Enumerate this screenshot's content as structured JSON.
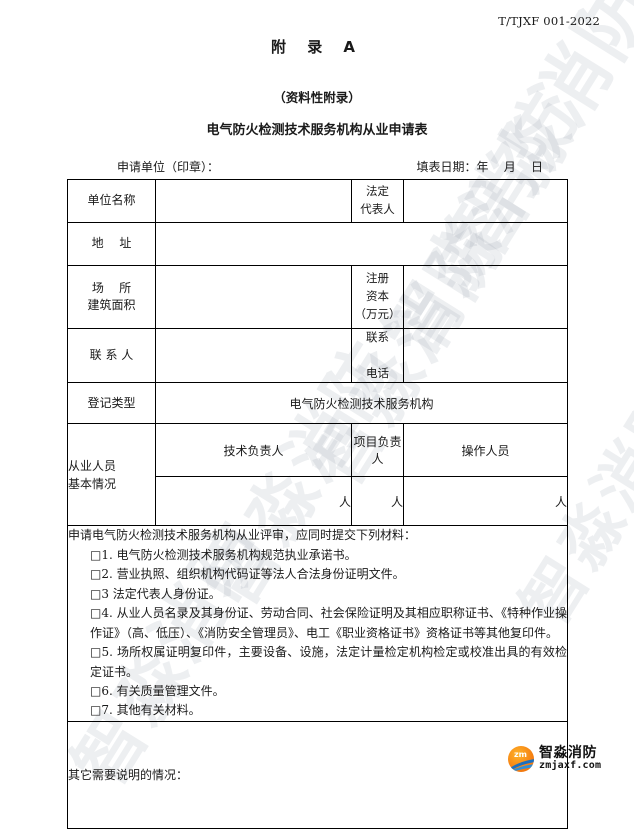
{
  "header": {
    "standard_code": "T/TJXF 001-2022"
  },
  "titles": {
    "appendix": "附 录 A",
    "sub": "（资料性附录）",
    "form": "电气防火检测技术服务机构从业申请表"
  },
  "meta": {
    "applicant_label": "申请单位（印章）：",
    "date_label": "填表日期：",
    "date_placeholder": "年    月    日"
  },
  "table": {
    "rows": [
      {
        "label": "单位名称",
        "value": "",
        "right_label": "法定\n代表人",
        "right_value": ""
      },
      {
        "label": "地  址",
        "value": ""
      },
      {
        "label": "场  所\n建筑面积",
        "value": "",
        "right_label": "注册\n资本\n（万元）",
        "right_value": ""
      },
      {
        "label": "联 系 人",
        "value": "",
        "right_label": "联系\n\n电话",
        "right_value": ""
      },
      {
        "label": "登记类型",
        "value": "电气防火检测技术服务机构"
      }
    ],
    "staff": {
      "label": "从业人员\n基本情况",
      "columns": [
        "技术负责人",
        "项目负责人",
        "操作人员"
      ],
      "unit": "人",
      "counts": [
        "",
        "",
        ""
      ]
    },
    "materials": {
      "lead": "申请电气防火检测技术服务机构从业评审，应同时提交下列材料：",
      "checkbox": "□",
      "items": [
        "1. 电气防火检测技术服务机构规范执业承诺书。",
        "2. 营业执照、组织机构代码证等法人合法身份证明文件。",
        "3 法定代表人身份证。",
        "4. 从业人员名录及其身份证、劳动合同、社会保险证明及其相应职称证书、《特种作业操作证》（高、低压）、《消防安全管理员》、电工《职业资格证书》资格证书等其他复印件。",
        "5. 场所权属证明复印件，主要设备、设施，法定计量检定机构检定或校准出具的有效检定证书。",
        "6. 有关质量管理文件。",
        "7. 其他有关材料。"
      ]
    },
    "other": {
      "label": "其它需要说明的情况：",
      "value": ""
    }
  },
  "watermark": {
    "text": "智淼消防"
  },
  "logo": {
    "mark_text": "zm",
    "name": "智淼消防",
    "url": "zmjaxf.com",
    "color_orange": "#f58220",
    "color_blue": "#1b6fc0"
  }
}
